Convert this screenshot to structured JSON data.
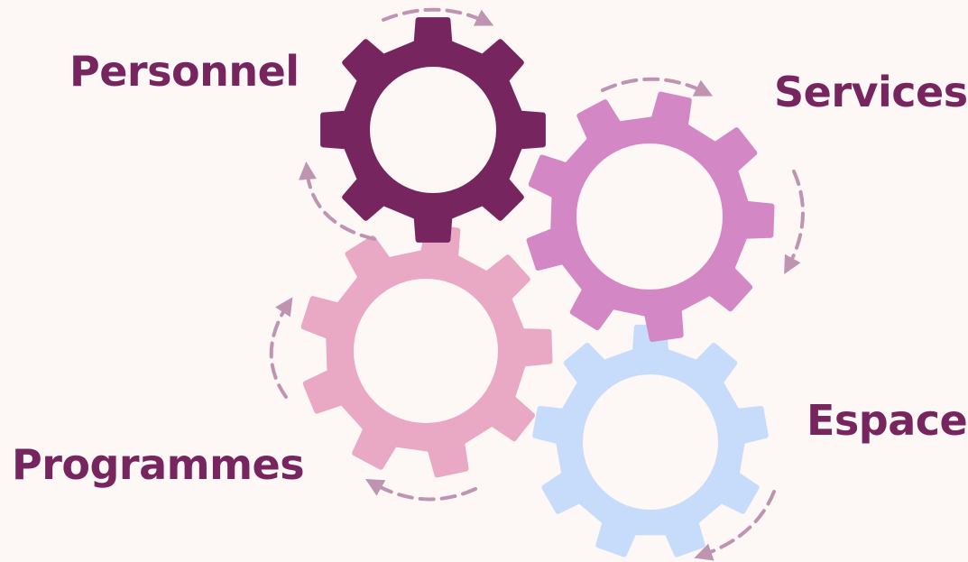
{
  "labels": {
    "personnel": "Personnel",
    "services": "Services",
    "espace": "Espace",
    "programmes": "Programmes"
  },
  "gears": [
    {
      "id": "personnel",
      "label": "Personnel",
      "color": "#76255f",
      "teeth": 8
    },
    {
      "id": "services",
      "label": "Services",
      "color": "#d388c5",
      "teeth": 9
    },
    {
      "id": "programmes",
      "label": "Programmes",
      "color": "#e9a8c4",
      "teeth": 9
    },
    {
      "id": "espace",
      "label": "Espace",
      "color": "#c7dcfb",
      "teeth": 9
    }
  ],
  "colors": {
    "background": "#fdf7f5",
    "label_text": "#76255f",
    "rotation_arrows": "#bf94b1"
  }
}
